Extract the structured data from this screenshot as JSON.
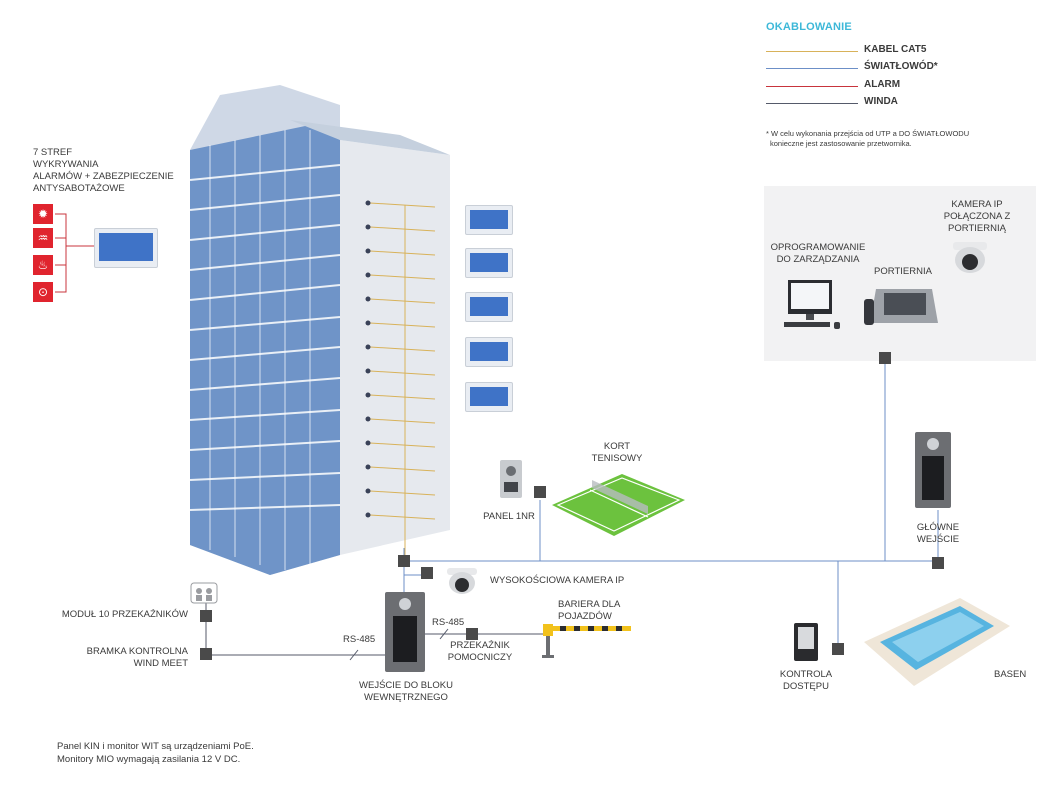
{
  "legend": {
    "title": "OKABLOWANIE",
    "items": [
      {
        "label": "KABEL CAT5",
        "color": "#d8b25a"
      },
      {
        "label": "ŚWIATŁOWÓD*",
        "color": "#6c8fc7"
      },
      {
        "label": "ALARM",
        "color": "#c8343c"
      },
      {
        "label": "WINDA",
        "color": "#555a6a"
      }
    ],
    "note_line1": "* W celu wykonania przejścia od UTP a DO ŚWIATŁOWODU",
    "note_line2": "konieczne jest zastosowanie przetwornika."
  },
  "alarm": {
    "line1": "7 STREF",
    "line2": "WYKRYWANIA",
    "line3": "ALARMÓW + ZABEZPIECZENIE",
    "line4": "ANTYSABOTAŻOWE",
    "icons": [
      "alarm-light-icon",
      "water-leak-icon",
      "fire-icon",
      "panic-button-icon"
    ]
  },
  "labels": {
    "software_1": "OPROGRAMOWANIE",
    "software_2": "DO ZARZĄDZANIA",
    "portiernia": "PORTIERNIA",
    "ipcam_1": "KAMERA IP",
    "ipcam_2": "POŁĄCZONA Z",
    "ipcam_3": "PORTIERNIĄ",
    "court_1": "KORT",
    "court_2": "TENISOWY",
    "panel1nr": "PANEL 1NR",
    "main_entry_1": "GŁÓWNE",
    "main_entry_2": "WEJŚCIE",
    "hd_camera": "WYSOKOŚCIOWA KAMERA IP",
    "module_relays": "MODUŁ 10 PRZEKAŹNIKÓW",
    "gate_1": "BRAMKA KONTROLNA",
    "gate_2": "WIND MEET",
    "rs485_a": "RS-485",
    "rs485_b": "RS-485",
    "barrier_1": "BARIERA DLA",
    "barrier_2": "POJAZDÓW",
    "aux_relay_1": "PRZEKAŹNIK",
    "aux_relay_2": "POMOCNICZY",
    "block_entry_1": "WEJŚCIE DO BLOKU",
    "block_entry_2": "WEWNĘTRZNEGO",
    "access_1": "KONTROLA",
    "access_2": "DOSTĘPU",
    "pool": "BASEN"
  },
  "footer": {
    "line1": "Panel KIN i monitor WIT są urządzeniami PoE.",
    "line2": "Monitory MIO wymagają zasilania 12 V DC."
  }
}
